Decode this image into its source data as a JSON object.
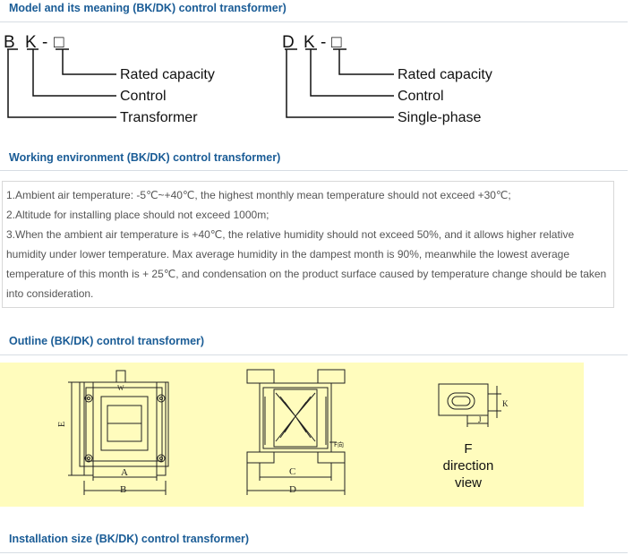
{
  "sections": {
    "model_title": "Model and its meaning (BK/DK) control transformer)",
    "env_title": "Working environment (BK/DK) control transformer)",
    "outline_title": "Outline (BK/DK) control transformer)",
    "install_title": "Installation size (BK/DK) control transformer)"
  },
  "model": {
    "bk": {
      "letters": [
        "B",
        "K",
        "-"
      ],
      "box": "□",
      "labels": [
        "Rated capacity",
        "Control",
        "Transformer"
      ]
    },
    "dk": {
      "letters": [
        "D",
        "K",
        "-"
      ],
      "box": "□",
      "labels": [
        "Rated capacity",
        "Control",
        "Single-phase"
      ]
    }
  },
  "environment": {
    "lines": [
      "1.Ambient air temperature: -5℃~+40℃, the highest monthly mean temperature should not exceed +30℃;",
      "2.Altitude for installing place should not exceed 1000m;",
      "3.When the ambient air temperature is +40℃, the relative humidity should not exceed 50%, and it allows higher relative humidity under lower temperature. Max average humidity in the dampest month is 90%, meanwhile the lowest average temperature of this month is + 25℃, and condensation on the product surface caused by temperature change should be taken into consideration."
    ]
  },
  "outline": {
    "background": "#fffcbd",
    "front_labels": {
      "e": "E",
      "a": "A",
      "b": "B",
      "w": "W"
    },
    "side_labels": {
      "c": "C",
      "d": "D",
      "f_direction": "F向"
    },
    "detail_labels": {
      "k": "K",
      "j": "J"
    },
    "caption": [
      "F",
      "direction",
      "view"
    ]
  },
  "colors": {
    "title": "#1a5c96",
    "rule": "#d7dde3",
    "text": "#555555"
  }
}
